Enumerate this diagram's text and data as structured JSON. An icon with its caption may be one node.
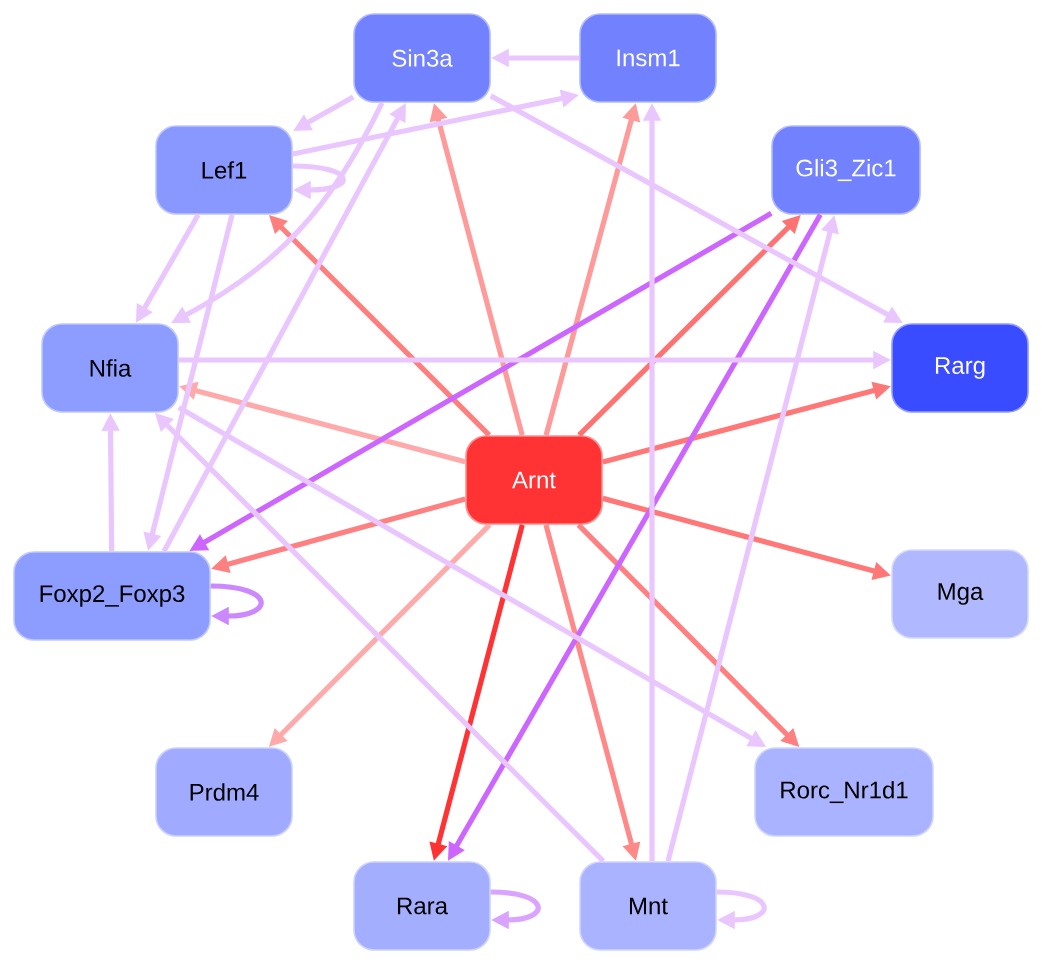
{
  "diagram": {
    "nodes": [
      {
        "text": [
          "Sin3a"
        ]
      },
      {
        "text": [
          "Insm1"
        ]
      },
      {
        "text": [
          "Lef1"
        ]
      },
      {
        "text": [
          "Gli3_Zic1"
        ]
      },
      {
        "text": [
          "Nfia"
        ]
      },
      {
        "text": [
          "Rarg"
        ]
      },
      {
        "text": [
          "Arnt"
        ]
      },
      {
        "text": [
          "Foxp2_Foxp3"
        ]
      },
      {
        "text": [
          "Mga"
        ]
      },
      {
        "text": [
          "Prdm4"
        ]
      },
      {
        "text": [
          "Rorc_Nr1d1"
        ]
      },
      {
        "text": [
          "Rara"
        ]
      },
      {
        "text": [
          "Mnt"
        ]
      }
    ],
    "edges": [
      {
        "from": 6,
        "to": 0,
        "arrow": "to",
        "color": "#ff9a9a"
      },
      {
        "from": 6,
        "to": 1,
        "arrow": "to",
        "color": "#ff9a9a"
      },
      {
        "from": 6,
        "to": 2,
        "arrow": "to",
        "color": "#ff7f7f"
      },
      {
        "from": 6,
        "to": 3,
        "arrow": "to",
        "color": "#ff7272"
      },
      {
        "from": 6,
        "to": 4,
        "arrow": "to",
        "color": "#ffaaaa"
      },
      {
        "from": 6,
        "to": 5,
        "arrow": "to",
        "color": "#ff7777"
      },
      {
        "from": 6,
        "to": 7,
        "arrow": "to",
        "color": "#ff8080"
      },
      {
        "from": 6,
        "to": 8,
        "arrow": "to",
        "color": "#ff7777"
      },
      {
        "from": 6,
        "to": 9,
        "arrow": "to",
        "color": "#ffaaaa"
      },
      {
        "from": 6,
        "to": 10,
        "arrow": "to",
        "color": "#ff8080"
      },
      {
        "from": 6,
        "to": 11,
        "arrow": "to",
        "color": "#ff3333"
      },
      {
        "from": 6,
        "to": 12,
        "arrow": "to",
        "color": "#ff8888"
      },
      {
        "from": 3,
        "to": 7,
        "arrow": "to",
        "color": "#cc66ff"
      },
      {
        "from": 3,
        "to": 11,
        "arrow": "to",
        "color": "#cc66ff"
      },
      {
        "from": 1,
        "to": 0,
        "arrow": "to"
      },
      {
        "from": 0,
        "to": 2,
        "arrow": "to"
      },
      {
        "from": 2,
        "to": 1,
        "arrow": "to"
      },
      {
        "from": 2,
        "to": 2,
        "arrow": "to"
      },
      {
        "from": 0,
        "to": 5,
        "arrow": "to"
      },
      {
        "from": 0,
        "to": 4,
        "arrow": "to"
      },
      {
        "from": 7,
        "to": 0,
        "arrow": "to"
      },
      {
        "from": 2,
        "to": 4,
        "arrow": "to"
      },
      {
        "from": 2,
        "to": 7,
        "arrow": "to"
      },
      {
        "from": 7,
        "to": 4,
        "arrow": "to"
      },
      {
        "from": 4,
        "to": 5,
        "arrow": "to"
      },
      {
        "from": 4,
        "to": 10,
        "arrow": "to"
      },
      {
        "from": 12,
        "to": 4,
        "arrow": "to"
      },
      {
        "from": 12,
        "to": 1,
        "arrow": "to"
      },
      {
        "from": 12,
        "to": 3,
        "arrow": "to"
      },
      {
        "from": 12,
        "to": 12,
        "arrow": "to"
      },
      {
        "from": 7,
        "to": 7,
        "arrow": "to",
        "color": "#cc88ff"
      },
      {
        "from": 11,
        "to": 11,
        "arrow": "to",
        "color": "#d9a3ff"
      }
    ]
  }
}
